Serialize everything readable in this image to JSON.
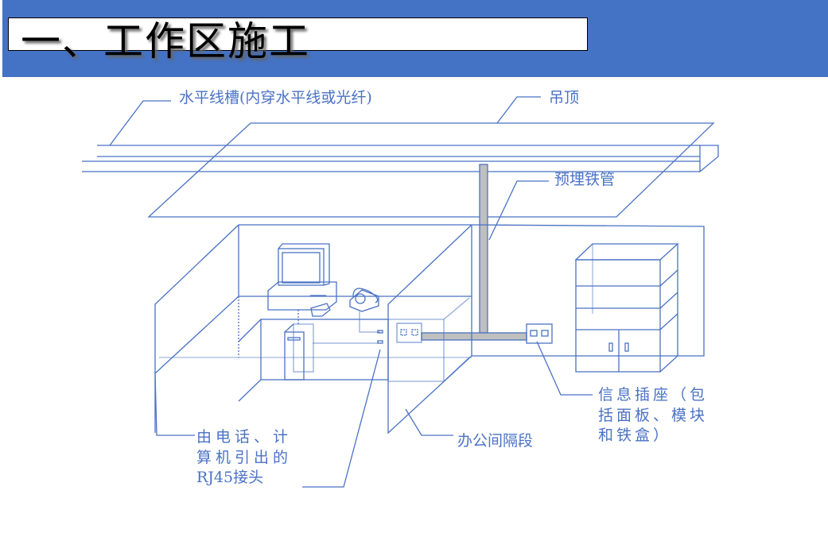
{
  "title": "一、工作区施工",
  "labels": {
    "horizontal_trough": "水平线槽(内穿水平线或光纤)",
    "ceiling": "吊顶",
    "embedded_pipe": "预埋铁管",
    "rj45_line1": "由电话、计",
    "rj45_line2": "算机引出的",
    "rj45_line3": "RJ45接头",
    "partition": "办公间隔段",
    "socket_line1": "信息插座（包",
    "socket_line2": "括面板、模块",
    "socket_line3": "和铁盒）"
  },
  "colors": {
    "header": "#4472c4",
    "line": "#4a72c4",
    "pipe": "#bfbfbf"
  }
}
